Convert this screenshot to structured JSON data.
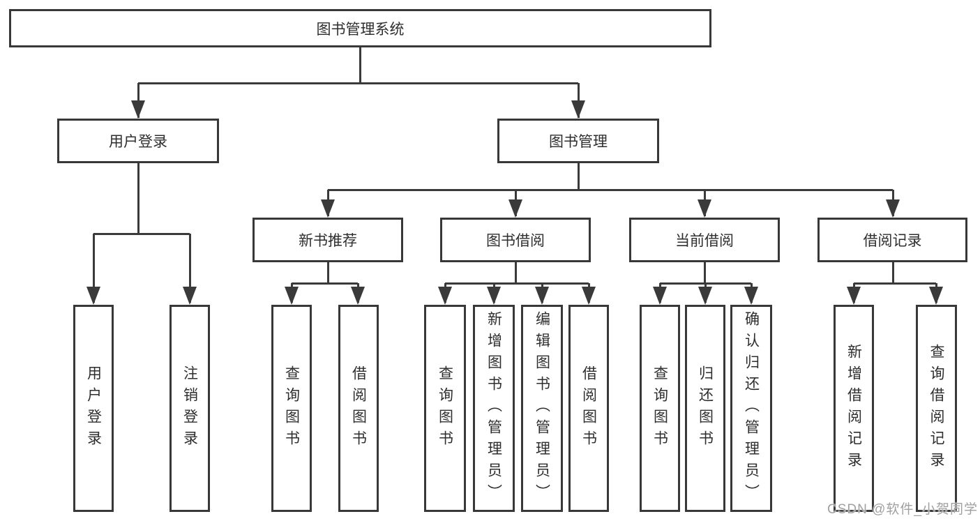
{
  "nodes": {
    "root": "图书管理系统",
    "user_login": "用户登录",
    "book_management": "图书管理",
    "new_book_recommend": "新书推荐",
    "book_borrowing": "图书借阅",
    "current_borrowing": "当前借阅",
    "borrowing_records": "借阅记录",
    "leaf_user_login": "用户登录",
    "leaf_logout_login": "注销登录",
    "nbr_query_books": "查询图书",
    "nbr_borrow_books": "借阅图书",
    "bb_query_books": "查询图书",
    "bb_add_books_admin": "新增图书（管理员）",
    "bb_edit_books_admin": "编辑图书（管理员）",
    "bb_borrow_books": "借阅图书",
    "cb_query_books": "查询图书",
    "cb_return_books": "归还图书",
    "cb_confirm_return_admin": "确认归还（管理员）",
    "br_add_record": "新增借阅记录",
    "br_query_record": "查询借阅记录"
  },
  "watermark": "CSDN @软件_小贺同学",
  "colors": {
    "line": "#3a3a3a",
    "box_border": "#383838",
    "text": "#2e2e2e",
    "watermark": "#a0a0a0",
    "background": "#ffffff"
  }
}
